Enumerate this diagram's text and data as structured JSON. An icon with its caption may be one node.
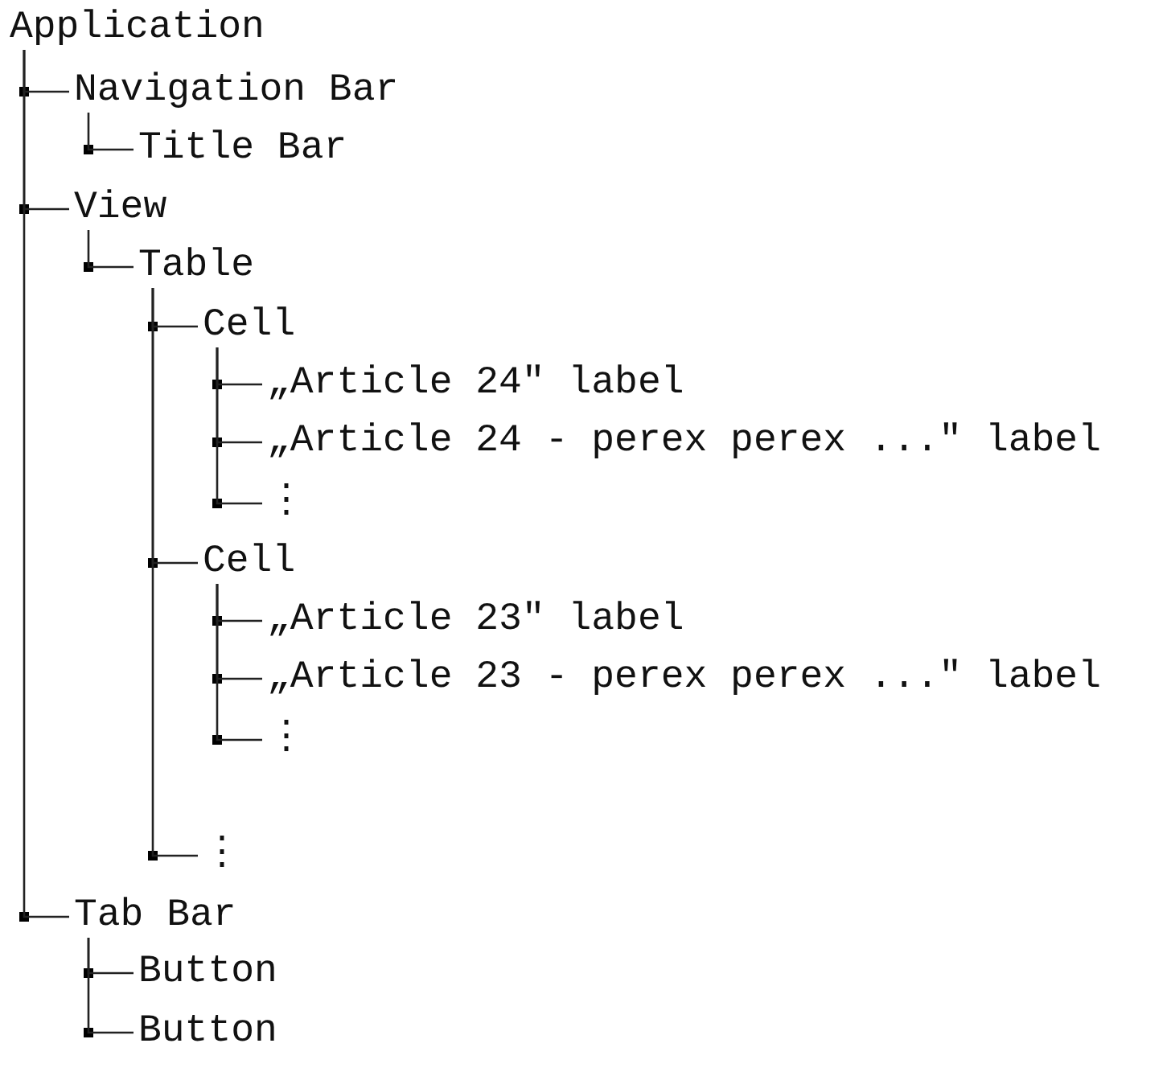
{
  "diagram": {
    "nodes": [
      {
        "text": [
          "Application"
        ]
      },
      {
        "text": [
          "Navigation Bar"
        ]
      },
      {
        "text": [
          "Title Bar"
        ]
      },
      {
        "text": [
          "View"
        ]
      },
      {
        "text": [
          "Table"
        ]
      },
      {
        "text": [
          "Cell"
        ]
      },
      {
        "text": [
          "„Article 24\" label"
        ]
      },
      {
        "text": [
          "„Article 24 - perex perex ...\" label"
        ]
      },
      {
        "text": [
          "⋮"
        ]
      },
      {
        "text": [
          "Cell"
        ]
      },
      {
        "text": [
          "„Article 23\" label"
        ]
      },
      {
        "text": [
          "„Article 23 - perex perex ...\" label"
        ]
      },
      {
        "text": [
          "⋮"
        ]
      },
      {
        "text": [
          "⋮"
        ]
      },
      {
        "text": [
          "Tab Bar"
        ]
      },
      {
        "text": [
          "Button"
        ]
      },
      {
        "text": [
          "Button"
        ]
      }
    ],
    "edges": [
      {
        "from": 0,
        "to": 1,
        "arrow": "none"
      },
      {
        "from": 1,
        "to": 2,
        "arrow": "none"
      },
      {
        "from": 0,
        "to": 3,
        "arrow": "none"
      },
      {
        "from": 3,
        "to": 4,
        "arrow": "none"
      },
      {
        "from": 4,
        "to": 5,
        "arrow": "none"
      },
      {
        "from": 5,
        "to": 6,
        "arrow": "none"
      },
      {
        "from": 5,
        "to": 7,
        "arrow": "none"
      },
      {
        "from": 5,
        "to": 8,
        "arrow": "none"
      },
      {
        "from": 4,
        "to": 9,
        "arrow": "none"
      },
      {
        "from": 9,
        "to": 10,
        "arrow": "none"
      },
      {
        "from": 9,
        "to": 11,
        "arrow": "none"
      },
      {
        "from": 9,
        "to": 12,
        "arrow": "none"
      },
      {
        "from": 4,
        "to": 13,
        "arrow": "none"
      },
      {
        "from": 0,
        "to": 14,
        "arrow": "none"
      },
      {
        "from": 14,
        "to": 15,
        "arrow": "none"
      },
      {
        "from": 14,
        "to": 16,
        "arrow": "none"
      }
    ]
  }
}
